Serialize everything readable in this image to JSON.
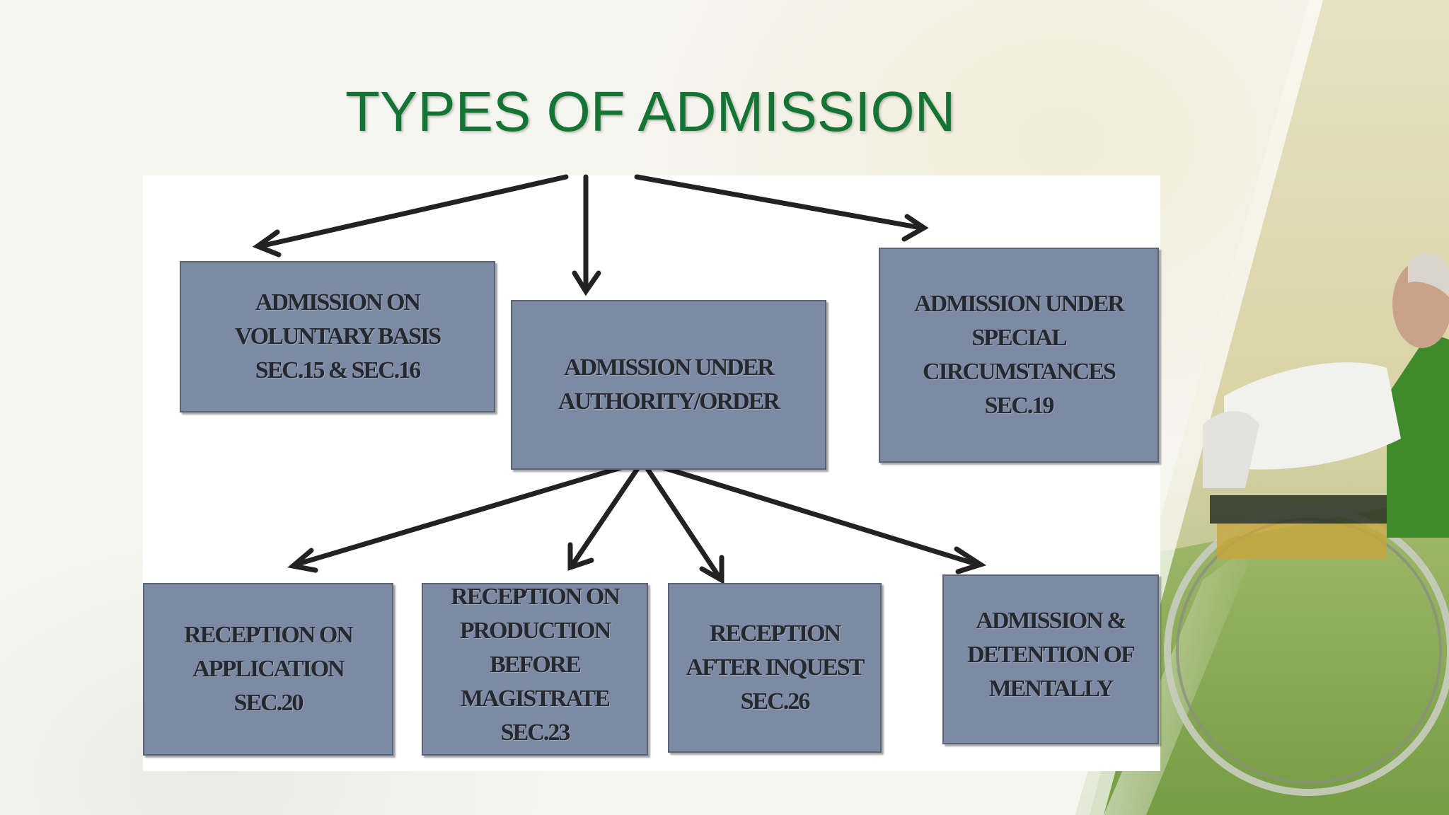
{
  "slide": {
    "title": "TYPES OF ADMISSION"
  },
  "colors": {
    "title": "#137434",
    "node_fill": "#7d8aa3",
    "node_text": "#25282e",
    "arrow": "#222222",
    "accent_green": "#4f8f2a"
  },
  "diagram": {
    "nodes": {
      "voluntary": "ADMISSION ON\nVOLUNTARY BASIS\nSEC.15 & SEC.16",
      "authority": "ADMISSION UNDER\nAUTHORITY/ORDER",
      "special": "ADMISSION UNDER\nSPECIAL\nCIRCUMSTANCES\nSEC.19",
      "application": "RECEPTION ON\nAPPLICATION\nSEC.20",
      "production": "RECEPTION ON\nPRODUCTION\nBEFORE\nMAGISTRATE\nSEC.23",
      "inquest": "RECEPTION\nAFTER INQUEST\nSEC.26",
      "detention": "ADMISSION &\nDETENTION OF\nMENTALLY"
    }
  }
}
